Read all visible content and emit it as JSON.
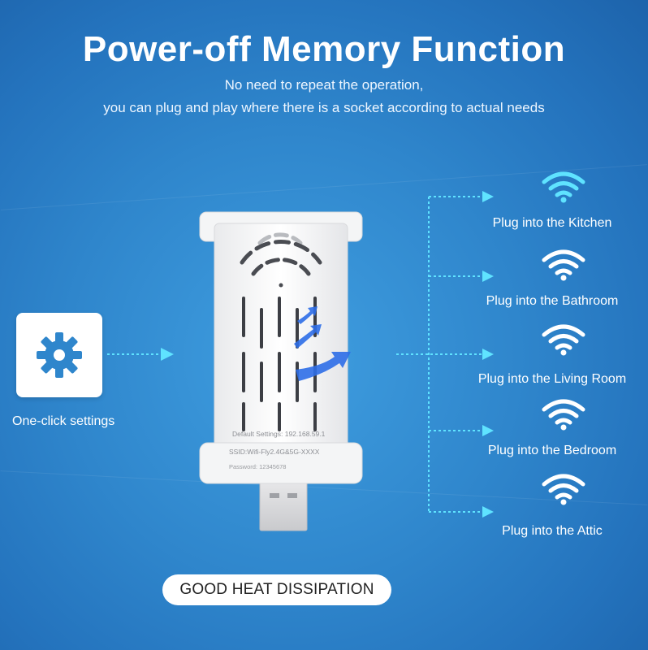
{
  "header": {
    "title": "Power-off Memory Function",
    "subtitle_line1": "No need to repeat the operation,",
    "subtitle_line2": "you can plug and play where there is a socket according to actual needs"
  },
  "settings": {
    "label": "One-click settings",
    "icon": "gear-icon"
  },
  "device": {
    "label_line1": "Default Settings: 192.168.59.1",
    "label_line2": "SSID:Wifi-Fly2.4G&5G-XXXX",
    "label_line3": "Password: 12345678"
  },
  "rooms": [
    {
      "label": "Plug into the Kitchen",
      "icon": "wifi-icon",
      "color": "#5fe3ff"
    },
    {
      "label": "Plug into the Bathroom",
      "icon": "wifi-icon",
      "color": "#ffffff"
    },
    {
      "label": "Plug into the Living Room",
      "icon": "wifi-icon",
      "color": "#ffffff"
    },
    {
      "label": "Plug into the Bedroom",
      "icon": "wifi-icon",
      "color": "#ffffff"
    },
    {
      "label": "Plug into the Attic",
      "icon": "wifi-icon",
      "color": "#ffffff"
    }
  ],
  "badge": {
    "label": "GOOD HEAT DISSIPATION"
  },
  "colors": {
    "accent_cyan": "#5fe3ff",
    "background": "#2f86cc"
  }
}
